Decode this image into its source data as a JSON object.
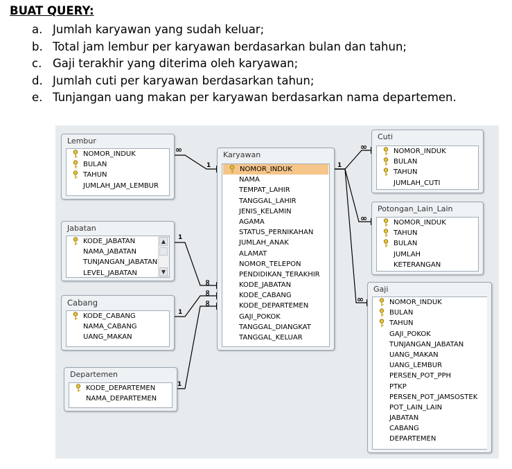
{
  "heading": "BUAT QUERY:",
  "questions": [
    {
      "marker": "a.",
      "text": "Jumlah karyawan yang sudah keluar;"
    },
    {
      "marker": "b.",
      "text": "Total jam lembur per karyawan berdasarkan bulan dan tahun;"
    },
    {
      "marker": "c.",
      "text": "Gaji terakhir yang diterima oleh karyawan;"
    },
    {
      "marker": "d.",
      "text": "Jumlah cuti per karyawan berdasarkan tahun;"
    },
    {
      "marker": "e.",
      "text": "Tunjangan uang makan per karyawan berdasarkan nama departemen."
    }
  ],
  "tables": {
    "lembur": {
      "name": "Lembur",
      "fields": [
        "NOMOR_INDUK",
        "BULAN",
        "TAHUN",
        "JUMLAH_JAM_LEMBUR"
      ]
    },
    "jabatan": {
      "name": "Jabatan",
      "fields": [
        "KODE_JABATAN",
        "NAMA_JABATAN",
        "TUNJANGAN_JABATAN",
        "LEVEL_JABATAN"
      ]
    },
    "cabang": {
      "name": "Cabang",
      "fields": [
        "KODE_CABANG",
        "NAMA_CABANG",
        "UANG_MAKAN"
      ]
    },
    "departemen": {
      "name": "Departemen",
      "fields": [
        "KODE_DEPARTEMEN",
        "NAMA_DEPARTEMEN"
      ]
    },
    "karyawan": {
      "name": "Karyawan",
      "fields": [
        "NOMOR_INDUK",
        "NAMA",
        "TEMPAT_LAHIR",
        "TANGGAL_LAHIR",
        "JENIS_KELAMIN",
        "AGAMA",
        "STATUS_PERNIKAHAN",
        "JUMLAH_ANAK",
        "ALAMAT",
        "NOMOR_TELEPON",
        "PENDIDIKAN_TERAKHIR",
        "KODE_JABATAN",
        "KODE_CABANG",
        "KODE_DEPARTEMEN",
        "GAJI_POKOK",
        "TANGGAL_DIANGKAT",
        "TANGGAL_KELUAR"
      ]
    },
    "cuti": {
      "name": "Cuti",
      "fields": [
        "NOMOR_INDUK",
        "BULAN",
        "TAHUN",
        "JUMLAH_CUTI"
      ]
    },
    "potongan": {
      "name": "Potongan_Lain_Lain",
      "fields": [
        "NOMOR_INDUK",
        "TAHUN",
        "BULAN",
        "JUMLAH",
        "KETERANGAN"
      ]
    },
    "gaji": {
      "name": "Gaji",
      "fields": [
        "NOMOR_INDUK",
        "BULAN",
        "TAHUN",
        "GAJI_POKOK",
        "TUNJANGAN_JABATAN",
        "UANG_MAKAN",
        "UANG_LEMBUR",
        "PERSEN_POT_PPH",
        "PTKP",
        "PERSEN_POT_JAMSOSTEK",
        "POT_LAIN_LAIN",
        "JABATAN",
        "CABANG",
        "DEPARTEMEN"
      ]
    }
  },
  "relationships": {
    "one_label": "1",
    "many_label": "∞"
  }
}
